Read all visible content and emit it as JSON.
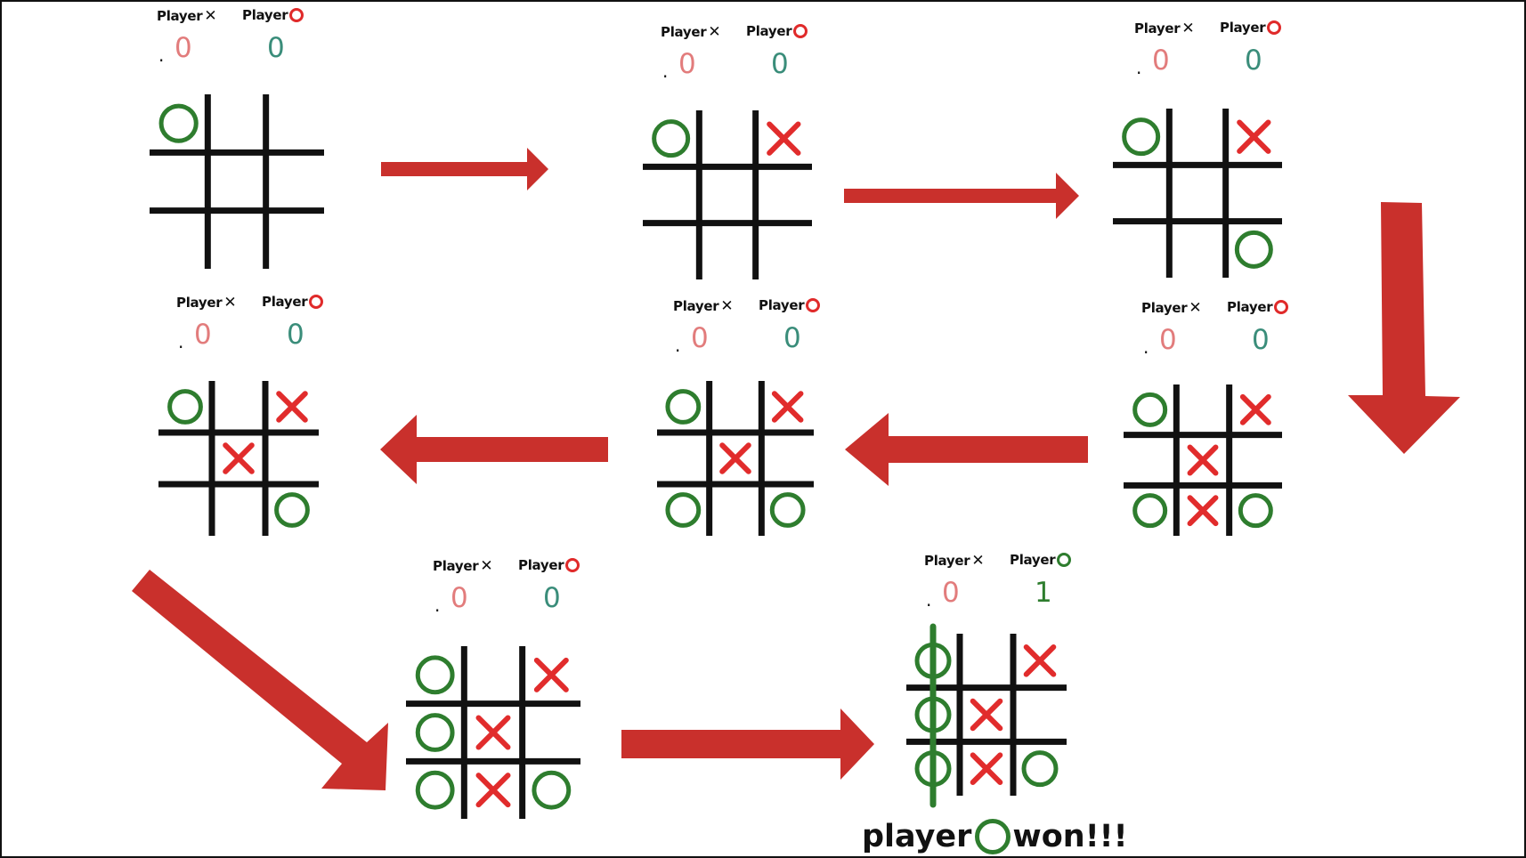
{
  "labels": {
    "player_x": "Player",
    "player_o": "Player"
  },
  "colors": {
    "x_mark": "#e12c2c",
    "o_mark": "#2e7d2e",
    "grid": "#111111",
    "arrow": "#c9302c",
    "score_x": "#e27c7c",
    "score_o": "#3a8d7a"
  },
  "panels": [
    {
      "id": "step-1",
      "score_x": "0",
      "score_o": "0",
      "cells": [
        "O",
        "",
        "",
        "",
        "",
        "",
        "",
        "",
        ""
      ]
    },
    {
      "id": "step-2",
      "score_x": "0",
      "score_o": "0",
      "cells": [
        "O",
        "",
        "X",
        "",
        "",
        "",
        "",
        "",
        ""
      ]
    },
    {
      "id": "step-3",
      "score_x": "0",
      "score_o": "0",
      "cells": [
        "O",
        "",
        "X",
        "",
        "",
        "",
        "",
        "",
        "O"
      ]
    },
    {
      "id": "step-4",
      "score_x": "0",
      "score_o": "0",
      "cells": [
        "O",
        "",
        "X",
        "",
        "X",
        "",
        "",
        "",
        "O"
      ]
    },
    {
      "id": "step-5",
      "score_x": "0",
      "score_o": "0",
      "cells": [
        "O",
        "",
        "X",
        "",
        "X",
        "",
        "O",
        "",
        "O"
      ]
    },
    {
      "id": "step-6",
      "score_x": "0",
      "score_o": "0",
      "cells": [
        "O",
        "",
        "X",
        "",
        "X",
        "",
        "O",
        "X",
        "O"
      ]
    },
    {
      "id": "step-7",
      "score_x": "0",
      "score_o": "0",
      "cells": [
        "O",
        "",
        "X",
        "O",
        "X",
        "",
        "O",
        "X",
        "O"
      ]
    },
    {
      "id": "step-8",
      "score_x": "0",
      "score_o": "1",
      "cells": [
        "O",
        "",
        "X",
        "O",
        "X",
        "",
        "O",
        "X",
        "O"
      ],
      "winning_column": 0
    }
  ],
  "win_message": {
    "before": "player",
    "after": "won!!!"
  }
}
